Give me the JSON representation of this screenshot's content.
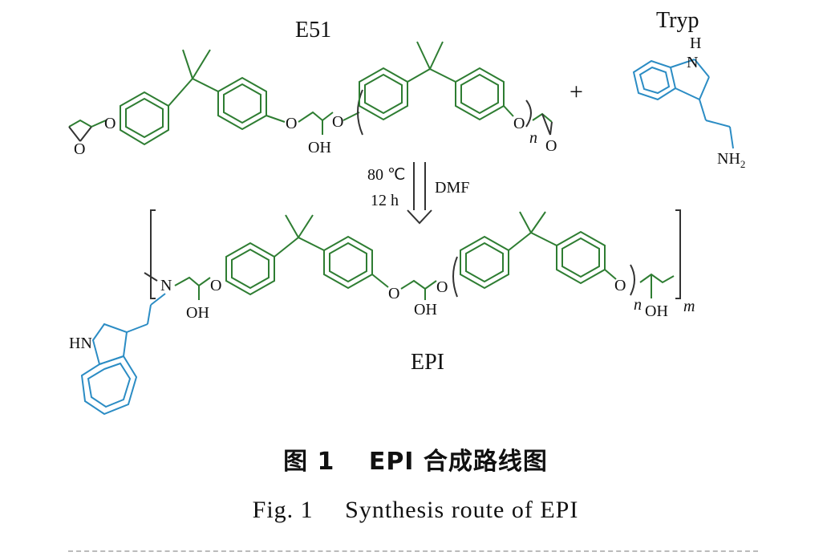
{
  "labels": {
    "reactant1": "E51",
    "reactant2": "Tryp",
    "product": "EPI",
    "plus": "+",
    "cond_temp": "80 ℃",
    "cond_time": "12 h",
    "cond_solvent": "DMF",
    "atom_O": "O",
    "atom_OH": "OH",
    "atom_N": "N",
    "atom_H": "H",
    "atom_NH2": "NH",
    "sub_2": "2",
    "atom_HN": "HN",
    "repeat_n": "n",
    "repeat_m": "m"
  },
  "caption": {
    "chinese": "图 1　 EPI 合成路线图",
    "english": "Fig. 1　 Synthesis route of EPI"
  },
  "colors": {
    "epoxy_backbone": "#2e7d32",
    "tryptamine": "#2b8cc4",
    "text": "#111111",
    "arrow": "#333333"
  }
}
